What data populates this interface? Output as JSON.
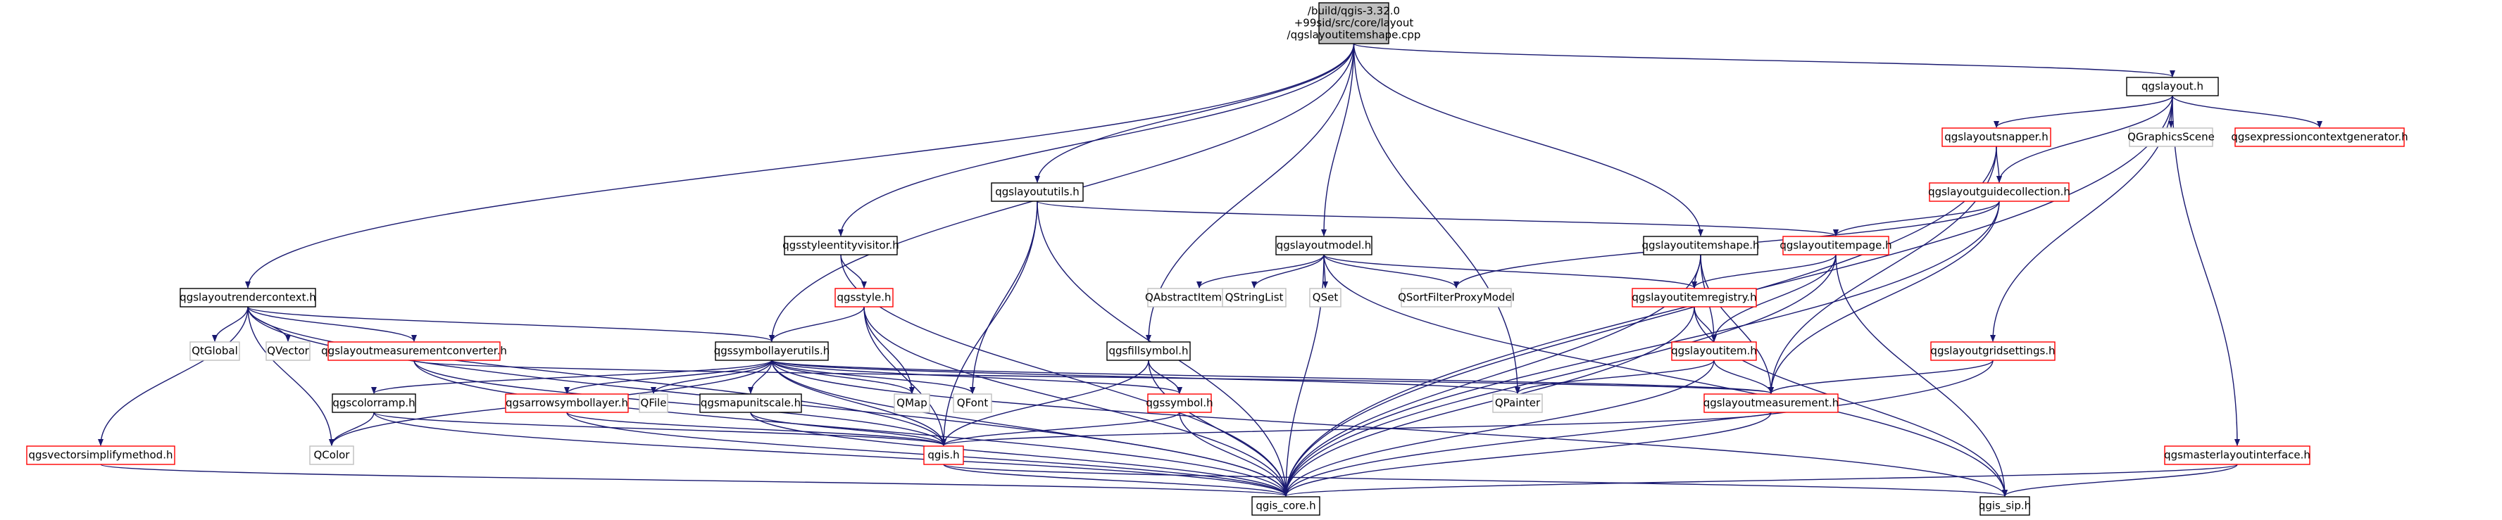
{
  "graph": {
    "title": "/build/qgis-3.32.0+99sid/src/core/layout/qgslayoutitemshape.cpp",
    "colors": {
      "edge": "#191970",
      "root_fill": "#bfbfbf",
      "red_border": "#ff0000",
      "black_border": "#000000",
      "gray_border": "#bfbfbf"
    },
    "nodes": [
      {
        "id": "root",
        "label": [
          "/build/qgis-3.32.0",
          "+99sid/src/core/layout",
          "/qgslayoutitemshape.cpp"
        ],
        "style": "root"
      },
      {
        "id": "qgslayout_h",
        "label": [
          "qgslayout.h"
        ],
        "style": "black"
      },
      {
        "id": "qgslayoutsnapper_h",
        "label": [
          "qgslayoutsnapper.h"
        ],
        "style": "red"
      },
      {
        "id": "qgraphicsscene",
        "label": [
          "QGraphicsScene"
        ],
        "style": "gray"
      },
      {
        "id": "qgsexpressioncontextgenerator_h",
        "label": [
          "qgsexpressioncontextgenerator.h"
        ],
        "style": "red"
      },
      {
        "id": "qgslayoututils_h",
        "label": [
          "qgslayoututils.h"
        ],
        "style": "black"
      },
      {
        "id": "qgslayoutguidecollection_h",
        "label": [
          "qgslayoutguidecollection.h"
        ],
        "style": "red"
      },
      {
        "id": "qgsstyleentityvisitor_h",
        "label": [
          "qgsstyleentityvisitor.h"
        ],
        "style": "black"
      },
      {
        "id": "qgslayoutmodel_h",
        "label": [
          "qgslayoutmodel.h"
        ],
        "style": "black"
      },
      {
        "id": "qgslayoutitemshape_h",
        "label": [
          "qgslayoutitemshape.h"
        ],
        "style": "black"
      },
      {
        "id": "qgslayoutitempage_h",
        "label": [
          "qgslayoutitempage.h"
        ],
        "style": "red"
      },
      {
        "id": "qgslayoutrendercontext_h",
        "label": [
          "qgslayoutrendercontext.h"
        ],
        "style": "black"
      },
      {
        "id": "qgsstyle_h",
        "label": [
          "qgsstyle.h"
        ],
        "style": "red"
      },
      {
        "id": "qabstractitemmodel",
        "label": [
          "QAbstractItemModel"
        ],
        "style": "gray"
      },
      {
        "id": "qstringlist",
        "label": [
          "QStringList"
        ],
        "style": "gray"
      },
      {
        "id": "qset",
        "label": [
          "QSet"
        ],
        "style": "gray"
      },
      {
        "id": "qsortfilterproxymodel",
        "label": [
          "QSortFilterProxyModel"
        ],
        "style": "gray"
      },
      {
        "id": "qgslayoutitemregistry_h",
        "label": [
          "qgslayoutitemregistry.h"
        ],
        "style": "red"
      },
      {
        "id": "qtglobal",
        "label": [
          "QtGlobal"
        ],
        "style": "gray"
      },
      {
        "id": "qvector",
        "label": [
          "QVector"
        ],
        "style": "gray"
      },
      {
        "id": "qgslayoutmeasurementconverter_h",
        "label": [
          "qgslayoutmeasurementconverter.h"
        ],
        "style": "red"
      },
      {
        "id": "qgssymbollayerutils_h",
        "label": [
          "qgssymbollayerutils.h"
        ],
        "style": "black"
      },
      {
        "id": "qgsfillsymbol_h",
        "label": [
          "qgsfillsymbol.h"
        ],
        "style": "black"
      },
      {
        "id": "qgslayoutitem_h",
        "label": [
          "qgslayoutitem.h"
        ],
        "style": "red"
      },
      {
        "id": "qgslayoutgridsettings_h",
        "label": [
          "qgslayoutgridsettings.h"
        ],
        "style": "red"
      },
      {
        "id": "qgscolorramp_h",
        "label": [
          "qgscolorramp.h"
        ],
        "style": "black"
      },
      {
        "id": "qgsarrowsymbollayer_h",
        "label": [
          "qgsarrowsymbollayer.h"
        ],
        "style": "red"
      },
      {
        "id": "qfile",
        "label": [
          "QFile"
        ],
        "style": "gray"
      },
      {
        "id": "qgsmapunitscale_h",
        "label": [
          "qgsmapunitscale.h"
        ],
        "style": "black"
      },
      {
        "id": "qmap",
        "label": [
          "QMap"
        ],
        "style": "gray"
      },
      {
        "id": "qfont",
        "label": [
          "QFont"
        ],
        "style": "gray"
      },
      {
        "id": "qgssymbol_h",
        "label": [
          "qgssymbol.h"
        ],
        "style": "red"
      },
      {
        "id": "qpainter",
        "label": [
          "QPainter"
        ],
        "style": "gray"
      },
      {
        "id": "qgslayoutmeasurement_h",
        "label": [
          "qgslayoutmeasurement.h"
        ],
        "style": "red"
      },
      {
        "id": "qcolor",
        "label": [
          "QColor"
        ],
        "style": "gray"
      },
      {
        "id": "qgis_h",
        "label": [
          "qgis.h"
        ],
        "style": "red"
      },
      {
        "id": "qgsvectorsimplifymethod_h",
        "label": [
          "qgsvectorsimplifymethod.h"
        ],
        "style": "red"
      },
      {
        "id": "qgsmasterlayoutinterface_h",
        "label": [
          "qgsmasterlayoutinterface.h"
        ],
        "style": "red"
      },
      {
        "id": "qgis_core_h",
        "label": [
          "qgis_core.h"
        ],
        "style": "black"
      },
      {
        "id": "qgis_sip_h",
        "label": [
          "qgis_sip.h"
        ],
        "style": "black"
      }
    ],
    "edges": [
      [
        "root",
        "qgslayout_h"
      ],
      [
        "root",
        "qgslayoututils_h"
      ],
      [
        "root",
        "qgsstyleentityvisitor_h"
      ],
      [
        "root",
        "qgslayoutmodel_h"
      ],
      [
        "root",
        "qgslayoutitemshape_h"
      ],
      [
        "root",
        "qgslayoutrendercontext_h"
      ],
      [
        "root",
        "qgssymbollayerutils_h"
      ],
      [
        "root",
        "qgsfillsymbol_h"
      ],
      [
        "root",
        "qpainter"
      ],
      [
        "qgslayout_h",
        "qgslayoutsnapper_h"
      ],
      [
        "qgslayout_h",
        "qgraphicsscene"
      ],
      [
        "qgslayout_h",
        "qgsexpressioncontextgenerator_h"
      ],
      [
        "qgslayout_h",
        "qgslayoutguidecollection_h"
      ],
      [
        "qgslayout_h",
        "qgslayoutgridsettings_h"
      ],
      [
        "qgslayout_h",
        "qgsmasterlayoutinterface_h"
      ],
      [
        "qgslayout_h",
        "qgis_core_h"
      ],
      [
        "qgslayoutsnapper_h",
        "qgslayoutguidecollection_h"
      ],
      [
        "qgslayoutsnapper_h",
        "qgslayoutmeasurement_h"
      ],
      [
        "qgslayoutsnapper_h",
        "qgis_core_h"
      ],
      [
        "qgslayoutguidecollection_h",
        "qgslayoutitempage_h"
      ],
      [
        "qgslayoutguidecollection_h",
        "qsortfilterproxymodel"
      ],
      [
        "qgslayoutguidecollection_h",
        "qgslayoutmeasurement_h"
      ],
      [
        "qgslayoutguidecollection_h",
        "qgis_core_h"
      ],
      [
        "qgslayoututils_h",
        "qgslayoutitempage_h"
      ],
      [
        "qgslayoututils_h",
        "qfont"
      ],
      [
        "qgslayoututils_h",
        "qgis_h"
      ],
      [
        "qgslayoututils_h",
        "qgis_core_h"
      ],
      [
        "qgsstyleentityvisitor_h",
        "qgsstyle_h"
      ],
      [
        "qgsstyleentityvisitor_h",
        "qgis_core_h"
      ],
      [
        "qgslayoutmodel_h",
        "qabstractitemmodel"
      ],
      [
        "qgslayoutmodel_h",
        "qstringlist"
      ],
      [
        "qgslayoutmodel_h",
        "qset"
      ],
      [
        "qgslayoutmodel_h",
        "qsortfilterproxymodel"
      ],
      [
        "qgslayoutmodel_h",
        "qgslayoutitemregistry_h"
      ],
      [
        "qgslayoutmodel_h",
        "qgis_core_h"
      ],
      [
        "qgslayoutmodel_h",
        "qgis_sip_h"
      ],
      [
        "qgslayoutitemshape_h",
        "qgslayoutitemregistry_h"
      ],
      [
        "qgslayoutitemshape_h",
        "qgslayoutitem_h"
      ],
      [
        "qgslayoutitemshape_h",
        "qgslayoutmeasurement_h"
      ],
      [
        "qgslayoutitemshape_h",
        "qgis_core_h"
      ],
      [
        "qgslayoutitempage_h",
        "qgslayoutitem_h"
      ],
      [
        "qgslayoutitempage_h",
        "qgslayoutitemregistry_h"
      ],
      [
        "qgslayoutitempage_h",
        "qgis_core_h"
      ],
      [
        "qgslayoutitempage_h",
        "qgis_sip_h"
      ],
      [
        "qgslayoutrendercontext_h",
        "qtglobal"
      ],
      [
        "qgslayoutrendercontext_h",
        "qvector"
      ],
      [
        "qgslayoutrendercontext_h",
        "qgslayoutmeasurementconverter_h"
      ],
      [
        "qgslayoutrendercontext_h",
        "qgssymbollayerutils_h"
      ],
      [
        "qgslayoutrendercontext_h",
        "qgsvectorsimplifymethod_h"
      ],
      [
        "qgslayoutrendercontext_h",
        "qcolor"
      ],
      [
        "qgslayoutrendercontext_h",
        "qgis_core_h"
      ],
      [
        "qgslayoutrendercontext_h",
        "qgis_h"
      ],
      [
        "qgsstyle_h",
        "qgssymbollayerutils_h"
      ],
      [
        "qgsstyle_h",
        "qmap"
      ],
      [
        "qgsstyle_h",
        "qgis_h"
      ],
      [
        "qgsstyle_h",
        "qgis_core_h"
      ],
      [
        "qgslayoutitemregistry_h",
        "qgslayoutitem_h"
      ],
      [
        "qgslayoutitemregistry_h",
        "qgis_core_h"
      ],
      [
        "qgslayoutitemregistry_h",
        "qgis_sip_h"
      ],
      [
        "qgslayoutmeasurementconverter_h",
        "qgslayoutmeasurement_h"
      ],
      [
        "qgslayoutmeasurementconverter_h",
        "qgis_core_h"
      ],
      [
        "qgslayoutmeasurementconverter_h",
        "qgis_h"
      ],
      [
        "qgssymbollayerutils_h",
        "qgscolorramp_h"
      ],
      [
        "qgssymbollayerutils_h",
        "qgsarrowsymbollayer_h"
      ],
      [
        "qgssymbollayerutils_h",
        "qfile"
      ],
      [
        "qgssymbollayerutils_h",
        "qgsmapunitscale_h"
      ],
      [
        "qgssymbollayerutils_h",
        "qmap"
      ],
      [
        "qgssymbollayerutils_h",
        "qfont"
      ],
      [
        "qgssymbollayerutils_h",
        "qgssymbol_h"
      ],
      [
        "qgssymbollayerutils_h",
        "qpainter"
      ],
      [
        "qgssymbollayerutils_h",
        "qgslayoutmeasurement_h"
      ],
      [
        "qgssymbollayerutils_h",
        "qcolor"
      ],
      [
        "qgssymbollayerutils_h",
        "qgis_h"
      ],
      [
        "qgssymbollayerutils_h",
        "qgis_core_h"
      ],
      [
        "qgssymbollayerutils_h",
        "qgis_sip_h"
      ],
      [
        "qgsfillsymbol_h",
        "qgssymbol_h"
      ],
      [
        "qgsfillsymbol_h",
        "qgis_h"
      ],
      [
        "qgsfillsymbol_h",
        "qgis_core_h"
      ],
      [
        "qgslayoutitem_h",
        "qpainter"
      ],
      [
        "qgslayoutitem_h",
        "qgslayoutmeasurement_h"
      ],
      [
        "qgslayoutitem_h",
        "qgis_core_h"
      ],
      [
        "qgslayoutgridsettings_h",
        "qgslayoutmeasurement_h"
      ],
      [
        "qgslayoutgridsettings_h",
        "qgis_core_h"
      ],
      [
        "qgscolorramp_h",
        "qcolor"
      ],
      [
        "qgscolorramp_h",
        "qgis_h"
      ],
      [
        "qgscolorramp_h",
        "qgis_core_h"
      ],
      [
        "qgsarrowsymbollayer_h",
        "qgis_h"
      ],
      [
        "qgsarrowsymbollayer_h",
        "qgis_core_h"
      ],
      [
        "qgsmapunitscale_h",
        "qgis_h"
      ],
      [
        "qgsmapunitscale_h",
        "qgis_core_h"
      ],
      [
        "qgssymbol_h",
        "qgis_h"
      ],
      [
        "qgssymbol_h",
        "qgis_core_h"
      ],
      [
        "qgslayoutmeasurement_h",
        "qgis_h"
      ],
      [
        "qgslayoutmeasurement_h",
        "qgis_core_h"
      ],
      [
        "qgis_h",
        "qgis_core_h"
      ],
      [
        "qgis_h",
        "qgis_sip_h"
      ],
      [
        "qgsvectorsimplifymethod_h",
        "qgis_core_h"
      ],
      [
        "qgsmasterlayoutinterface_h",
        "qgis_core_h"
      ],
      [
        "qgsmasterlayoutinterface_h",
        "qgis_sip_h"
      ]
    ]
  }
}
